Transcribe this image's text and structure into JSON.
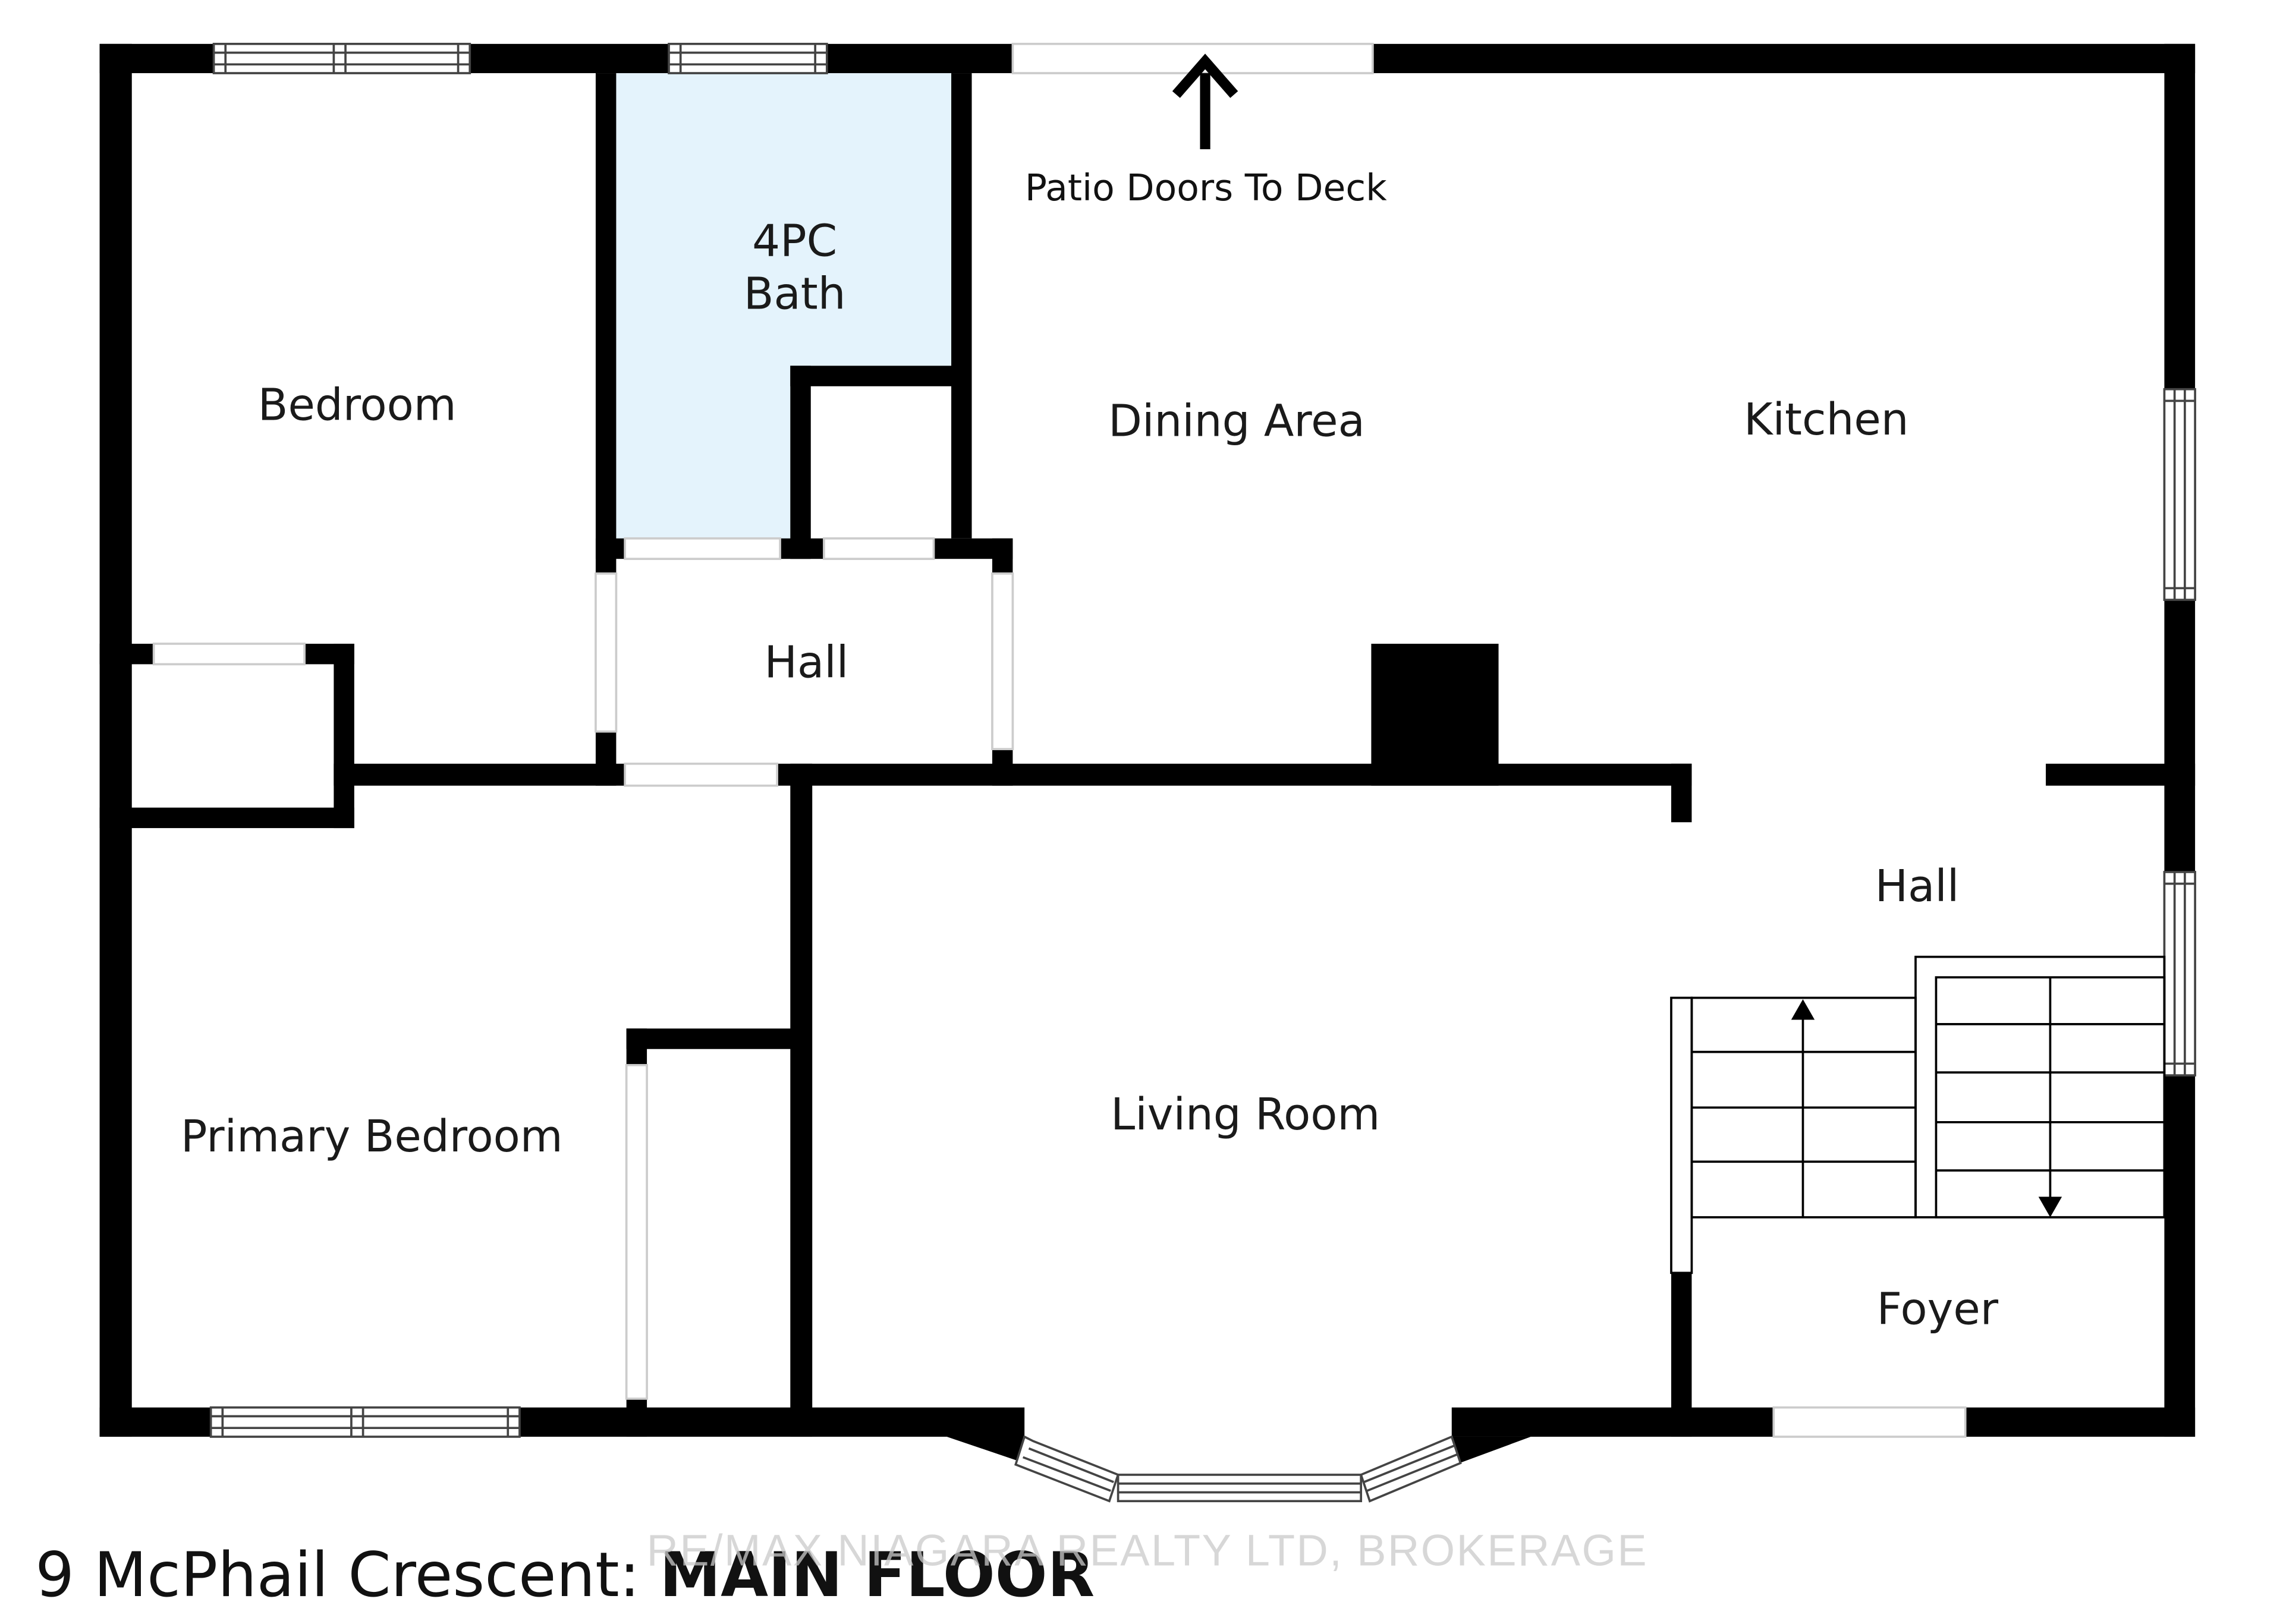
{
  "colors": {
    "wall": "#000000",
    "bath_fill": "#e4f3fc",
    "window_frame": "#c8c8c8",
    "text": "#1a1a1a",
    "watermark": "#c9c9c9"
  },
  "rooms": {
    "bedroom": "Bedroom",
    "bath_line1": "4PC",
    "bath_line2": "Bath",
    "hall_left": "Hall",
    "dining": "Dining Area",
    "kitchen": "Kitchen",
    "hall_right": "Hall",
    "primary_bedroom": "Primary Bedroom",
    "living_room": "Living Room",
    "foyer": "Foyer"
  },
  "notes": {
    "patio": "Patio Doors To Deck"
  },
  "caption": {
    "address": "9 McPhail Crescent: ",
    "floor": "MAIN FLOOR"
  },
  "watermark": "RE/MAX NIAGARA REALTY LTD, BROKERAGE",
  "icons": {
    "patio_arrow": "arrow-up-icon",
    "stairs_up": "arrow-up-icon",
    "stairs_down": "arrow-down-icon"
  }
}
